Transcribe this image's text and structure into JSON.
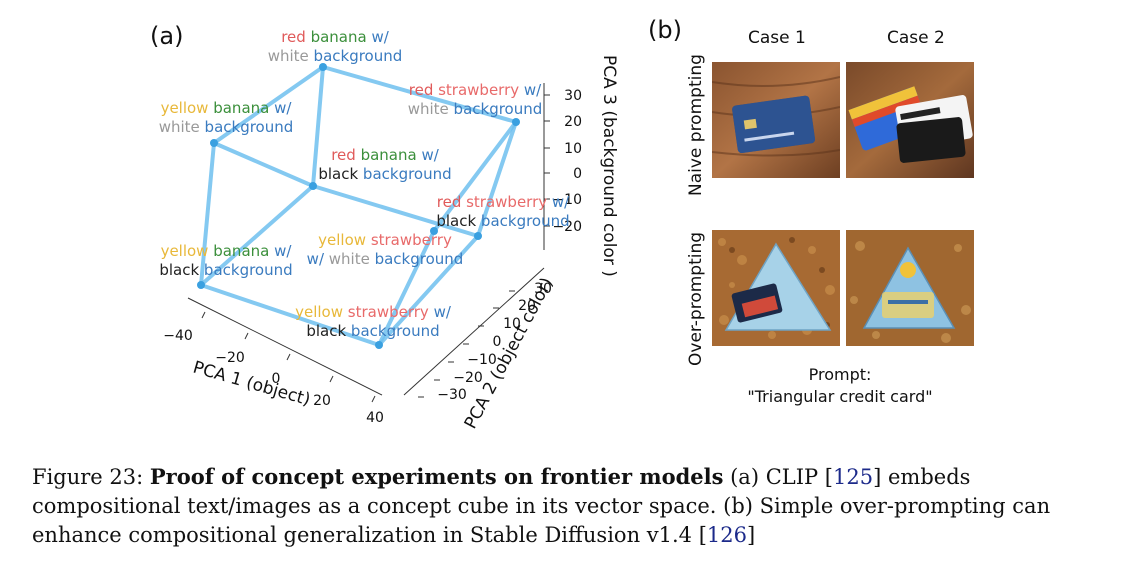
{
  "panel_a": {
    "label": "(a)",
    "nodes": [
      {
        "id": "red-banana-white",
        "parts": [
          {
            "t": "red",
            "c": "#e05a5a"
          },
          {
            "t": " banana",
            "c": "#3b8f3b"
          },
          {
            "t": " w/",
            "c": "#3a7bbf"
          }
        ],
        "parts2": [
          {
            "t": "white",
            "c": "#999999"
          },
          {
            "t": " background",
            "c": "#3a7bbf"
          }
        ]
      },
      {
        "id": "red-strawberry-white",
        "parts": [
          {
            "t": "red",
            "c": "#e05a5a"
          },
          {
            "t": " strawberry",
            "c": "#e86a6a"
          },
          {
            "t": " w/",
            "c": "#3a7bbf"
          }
        ],
        "parts2": [
          {
            "t": "white",
            "c": "#999999"
          },
          {
            "t": " background",
            "c": "#3a7bbf"
          }
        ]
      },
      {
        "id": "yellow-banana-white",
        "parts": [
          {
            "t": "yellow",
            "c": "#e8b83a"
          },
          {
            "t": " banana",
            "c": "#3b8f3b"
          },
          {
            "t": " w/",
            "c": "#3a7bbf"
          }
        ],
        "parts2": [
          {
            "t": "white",
            "c": "#999999"
          },
          {
            "t": " background",
            "c": "#3a7bbf"
          }
        ]
      },
      {
        "id": "red-banana-black",
        "parts": [
          {
            "t": "red",
            "c": "#e05a5a"
          },
          {
            "t": " banana",
            "c": "#3b8f3b"
          },
          {
            "t": " w/",
            "c": "#3a7bbf"
          }
        ],
        "parts2": [
          {
            "t": "black",
            "c": "#222222"
          },
          {
            "t": " background",
            "c": "#3a7bbf"
          }
        ]
      },
      {
        "id": "red-strawberry-black",
        "parts": [
          {
            "t": "red",
            "c": "#e05a5a"
          },
          {
            "t": " strawberry",
            "c": "#e86a6a"
          },
          {
            "t": " w/",
            "c": "#3a7bbf"
          }
        ],
        "parts2": [
          {
            "t": "black",
            "c": "#222222"
          },
          {
            "t": " background",
            "c": "#3a7bbf"
          }
        ]
      },
      {
        "id": "yellow-strawberry-white",
        "parts": [
          {
            "t": "yellow",
            "c": "#e8b83a"
          },
          {
            "t": " strawberry",
            "c": "#e86a6a"
          }
        ],
        "parts2": [
          {
            "t": "w/",
            "c": "#3a7bbf"
          },
          {
            "t": " white",
            "c": "#999999"
          },
          {
            "t": " background",
            "c": "#3a7bbf"
          }
        ]
      },
      {
        "id": "yellow-banana-black",
        "parts": [
          {
            "t": "yellow",
            "c": "#e8b83a"
          },
          {
            "t": " banana",
            "c": "#3b8f3b"
          },
          {
            "t": " w/",
            "c": "#3a7bbf"
          }
        ],
        "parts2": [
          {
            "t": "black",
            "c": "#222222"
          },
          {
            "t": " background",
            "c": "#3a7bbf"
          }
        ]
      },
      {
        "id": "yellow-strawberry-black",
        "parts": [
          {
            "t": "yellow",
            "c": "#e8b83a"
          },
          {
            "t": " strawberry",
            "c": "#e86a6a"
          },
          {
            "t": " w/",
            "c": "#3a7bbf"
          }
        ],
        "parts2": [
          {
            "t": "black",
            "c": "#222222"
          },
          {
            "t": " background",
            "c": "#3a7bbf"
          }
        ]
      }
    ],
    "edge_color": "#6fc0ee",
    "axis_x_label": "PCA 1 (object)",
    "axis_y_label": "PCA 2 (object color)",
    "axis_z_label": "PCA 3 (background color )",
    "x_ticks": [
      "−40",
      "−20",
      "0",
      "20",
      "40"
    ],
    "y_ticks": [
      "−30",
      "−20",
      "−10",
      "0",
      "10",
      "20",
      "30"
    ],
    "z_ticks": [
      "30",
      "20",
      "10",
      "0",
      "−10",
      "−20"
    ]
  },
  "panel_b": {
    "label": "(b)",
    "case1": "Case 1",
    "case2": "Case 2",
    "row1": "Naive prompting",
    "row2": "Over-prompting",
    "prompt_line1": "Prompt:",
    "prompt_line2": "\"Triangular credit card\""
  },
  "caption": {
    "prefix": "Figure 23: ",
    "bold": "Proof of concept experiments on frontier models",
    "text1": " (a) CLIP [",
    "cite1": "125",
    "text2": "] embeds compositional text/images as a concept cube in its vector space. (b) Simple over-prompting can enhance compositional generalization in Stable Diffusion v1.4 [",
    "cite2": "126",
    "text3": "]"
  }
}
